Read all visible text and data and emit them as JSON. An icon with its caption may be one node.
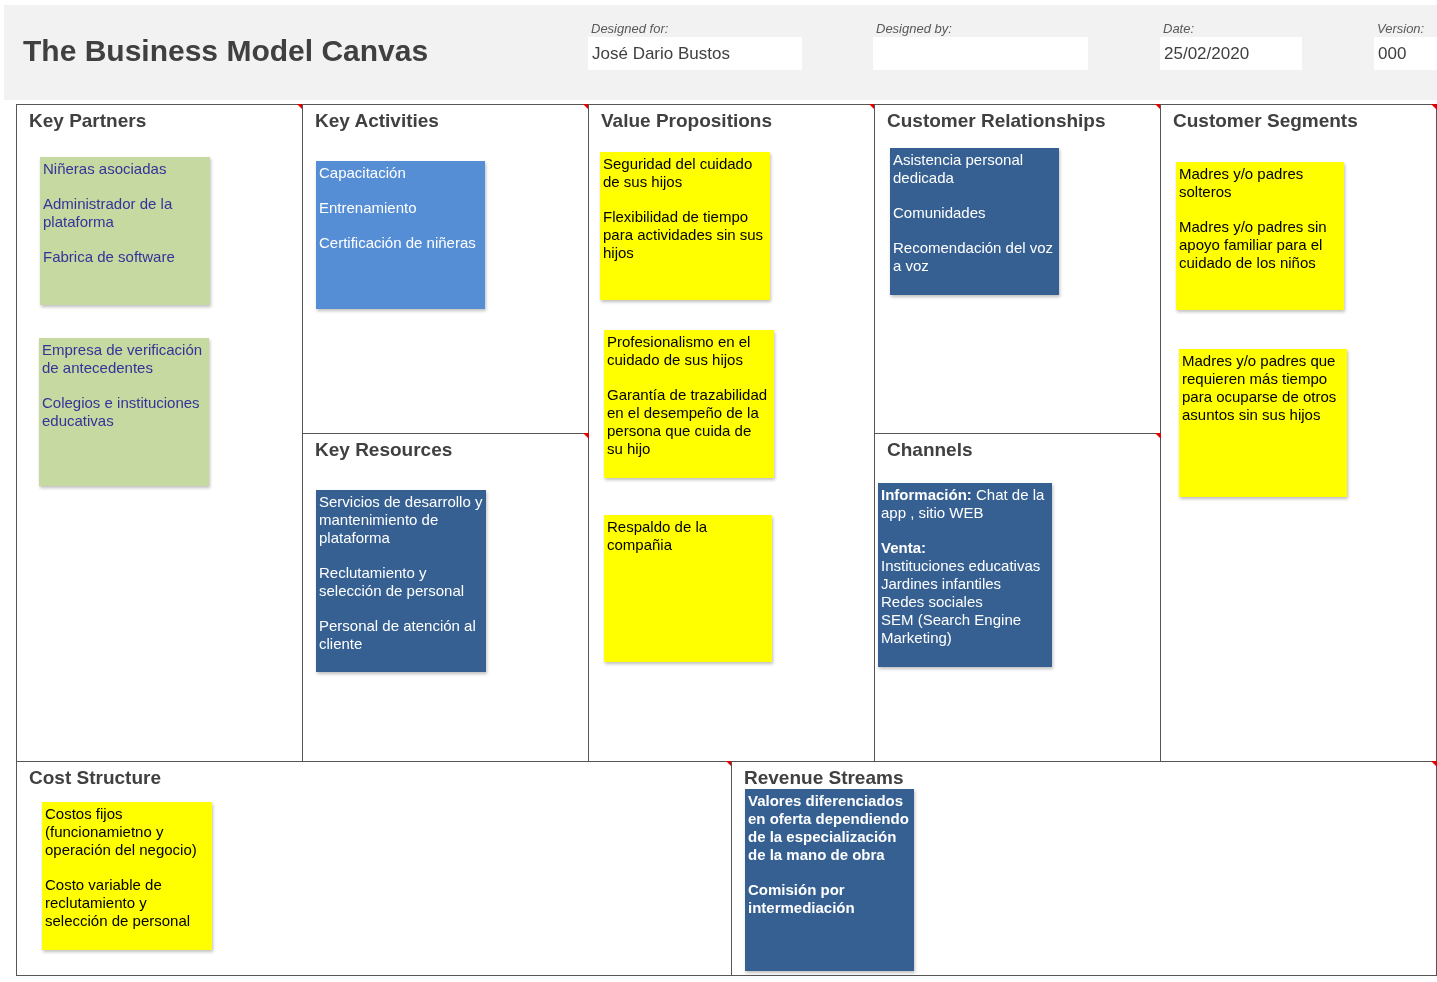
{
  "diagram": {
    "title": "The Business Model Canvas",
    "nodes": [
      {
        "text": [
          "José Dario Bustos"
        ],
        "beside": [
          "Designed for:"
        ]
      },
      {
        "text": [],
        "shape": "box",
        "beside": [
          "Designed by:"
        ]
      },
      {
        "text": [
          "25/02/2020"
        ],
        "beside": [
          "Date:"
        ]
      },
      {
        "text": [
          "000"
        ],
        "beside": [
          "Version:"
        ]
      },
      {
        "text": [
          "Key Partners"
        ]
      },
      {
        "text": [
          "Niñeras asociadas",
          "Administrador de la plataforma",
          "Fabrica de software"
        ],
        "in": 4
      },
      {
        "text": [
          "Empresa de verificación de antecedentes",
          "Colegios e instituciones educativas"
        ],
        "in": 4
      },
      {
        "text": [
          "Key Activities"
        ]
      },
      {
        "text": [
          "Capacitación",
          "Entrenamiento",
          "Certificación de niñeras"
        ],
        "in": 7
      },
      {
        "text": [
          "Value Propositions"
        ]
      },
      {
        "text": [
          "Seguridad del cuidado de sus hijos",
          "Flexibilidad de tiempo para actividades sin sus hijos"
        ],
        "in": 9
      },
      {
        "text": [
          "Profesionalismo en el cuidado de sus hijos",
          "Garantía de trazabilidad en el desempeño de la persona que cuida de su hijo"
        ],
        "in": 9
      },
      {
        "text": [
          "Respaldo de la compañia"
        ],
        "in": 9
      },
      {
        "text": [
          "Customer Relationships"
        ]
      },
      {
        "text": [
          "Asistencia personal dedicada",
          "Comunidades",
          "Recomendación del voz a voz"
        ],
        "in": 13
      },
      {
        "text": [
          "Customer Segments"
        ]
      },
      {
        "text": [
          "Madres y/o padres solteros",
          "Madres y/o padres sin apoyo familiar para el cuidado de los niños"
        ],
        "in": 15
      },
      {
        "text": [
          "Madres y/o padres que requieren más tiempo para ocuparse de otros asuntos sin sus hijos"
        ],
        "in": 15
      },
      {
        "text": [
          "Key Resources"
        ]
      },
      {
        "text": [
          "Servicios de desarrollo y mantenimiento de plataforma",
          "Reclutamiento y selección de personal",
          "Personal de atención al cliente"
        ],
        "in": 18
      },
      {
        "text": [
          "Channels"
        ]
      },
      {
        "text": [
          "**Información:** Chat de la app , sitio WEB",
          "**Venta:**",
          "Instituciones educativas",
          "Jardines infantiles",
          "Redes sociales",
          "SEM (Search Engine Marketing)"
        ],
        "in": 20
      },
      {
        "text": [
          "Cost Structure"
        ]
      },
      {
        "text": [
          "Costos fijos (funcionamietno y operación del negocio)",
          "Costo variable de reclutamiento y selección de personal"
        ],
        "in": 22
      },
      {
        "text": [
          "Revenue Streams"
        ]
      },
      {
        "text": [
          "Valores diferenciados en oferta dependiendo de la especialización de la mano de obra",
          "Comisión por intermediación"
        ],
        "in": 24
      }
    ]
  }
}
